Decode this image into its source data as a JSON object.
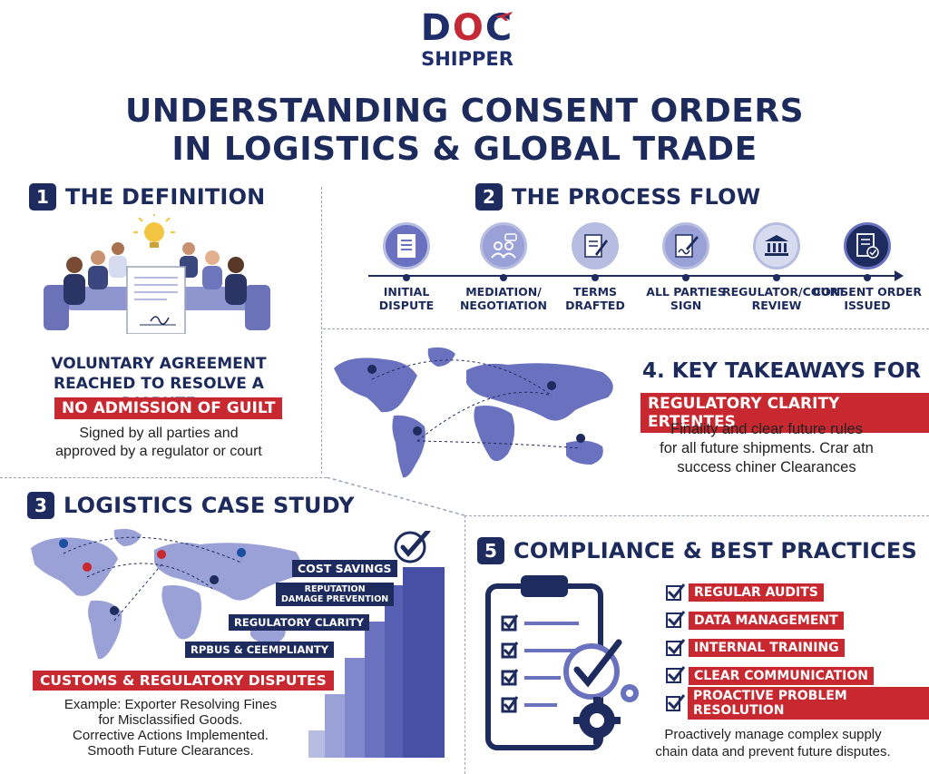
{
  "logo": {
    "line1": "DOC",
    "line2": "SHIPPER"
  },
  "title": {
    "line1": "UNDERSTANDING CONSENT ORDERS",
    "line2": "IN LOGISTICS & GLOBAL TRADE"
  },
  "colors": {
    "navy": "#1d2b5e",
    "red": "#c8282f",
    "lavender": "#6a72c0"
  },
  "definition": {
    "number": "1",
    "title": "THE DEFINITION",
    "heading_line1": "VOLUNTARY AGREEMENT",
    "heading_line2": "REACHED TO RESOLVE A DISPUTE",
    "tag": "NO ADMISSION OF GUILT",
    "body_line1": "Signed by all parties and",
    "body_line2": "approved by a regulator or court",
    "icons": [
      "meeting-illustration",
      "lightbulb-icon",
      "signed-document-icon"
    ]
  },
  "process": {
    "number": "2",
    "title": "THE PROCESS FLOW",
    "steps": [
      {
        "line1": "INITIAL",
        "line2": "DISPUTE",
        "icon": "document-icon"
      },
      {
        "line1": "MEDIATION/",
        "line2": "NEGOTIATION",
        "icon": "people-chat-icon"
      },
      {
        "line1": "TERMS",
        "line2": "DRAFTED",
        "icon": "pen-document-icon"
      },
      {
        "line1": "ALL PARTIES",
        "line2": "SIGN",
        "icon": "signature-icon"
      },
      {
        "line1": "REGULATOR/COURT",
        "line2": "REVIEW",
        "icon": "courthouse-icon"
      },
      {
        "line1": "CONSENT ORDER",
        "line2": "ISSUED",
        "icon": "certificate-icon"
      }
    ]
  },
  "takeaways": {
    "title": "4. KEY TAKEAWAYS FOR",
    "tag": "REGULATORY CLARITY ERTENTES",
    "body_line1": "Finality and clear future rules",
    "body_line2": "for all future shipments. Crar atn",
    "body_line3": "success chiner Clearances",
    "icons": [
      "world-map-icon",
      "location-pin-icon"
    ]
  },
  "case_study": {
    "number": "3",
    "title": "LOGISTICS CASE STUDY",
    "labels": {
      "cost": "COST SAVINGS",
      "reputation_1": "REPUTATION",
      "reputation_2": "DAMAGE PREVENTION",
      "clarity": "REGULATORY CLARITY",
      "compliancy": "RPBUS & CEEMPLIANTY"
    },
    "tag": "CUSTOMS & REGULATORY DISPUTES",
    "body_line1": "Example: Exporter Resolving Fines",
    "body_line2": "for Misclassified Goods.",
    "body_line3": "Corrective Actions Implemented.",
    "body_line4": "Smooth Future Clearances.",
    "icons": [
      "world-map-icon",
      "stairs-icon",
      "checkmark-circle-icon"
    ]
  },
  "compliance": {
    "number": "5",
    "title": "COMPLIANCE & BEST PRACTICES",
    "items": [
      "REGULAR AUDITS",
      "DATA MANAGEMENT",
      "INTERNAL TRAINING",
      "CLEAR COMMUNICATION",
      "PROACTIVE PROBLEM RESOLUTION"
    ],
    "body_line1": "Proactively manage complex supply",
    "body_line2": "chain data and prevent future disputes.",
    "icons": [
      "clipboard-checklist-icon",
      "gear-icon",
      "checkbox-icon"
    ]
  }
}
